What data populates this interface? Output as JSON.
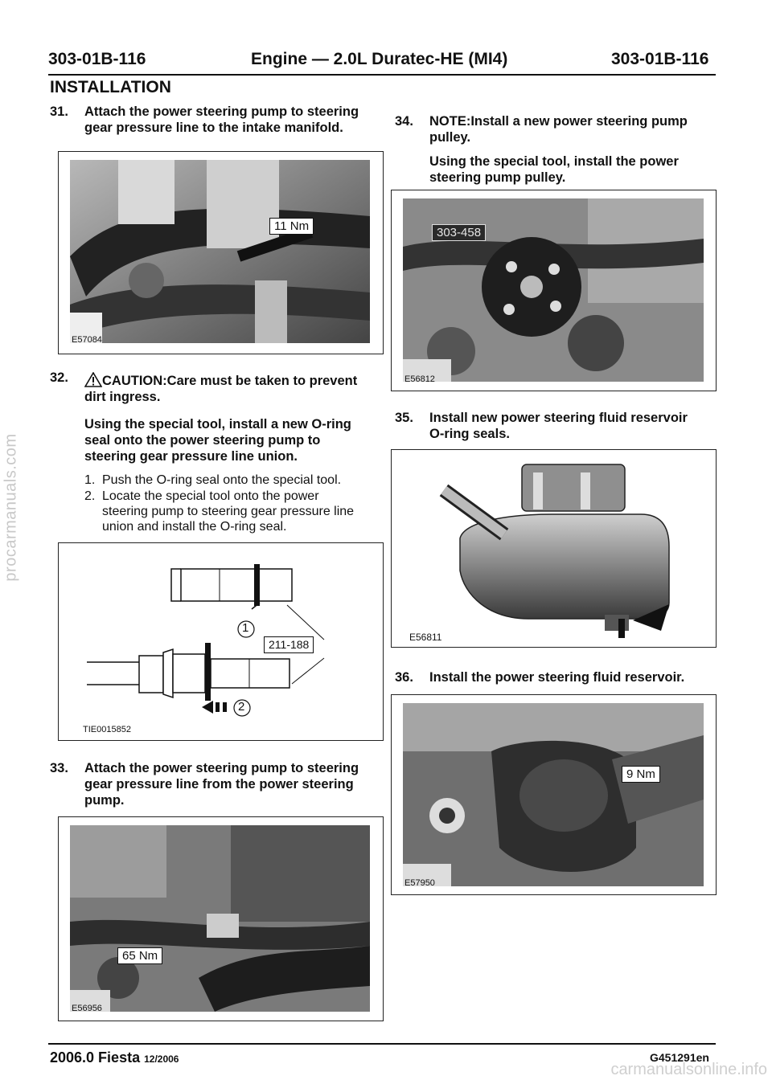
{
  "header": {
    "left": "303-01B-116",
    "center": "Engine — 2.0L Duratec-HE (MI4)",
    "right": "303-01B-116"
  },
  "section_title": "INSTALLATION",
  "steps": {
    "s31": {
      "num": "31.",
      "line1": "Attach the power steering pump to steering",
      "line2": "gear pressure line to the intake manifold.",
      "torque": "11 Nm",
      "fig": "E57084"
    },
    "s32": {
      "num": "32.",
      "caution": "CAUTION:Care must be taken to prevent",
      "caution2": "dirt ingress.",
      "p1": "Using the special tool, install a new O-ring",
      "p2": "seal onto the power steering pump to",
      "p3": "steering gear pressure line union.",
      "i1_num": "1.",
      "i1": "Push the O-ring seal onto the special tool.",
      "i2_num": "2.",
      "i2a": "Locate the special tool onto the power",
      "i2b": "steering pump to steering gear pressure line",
      "i2c": "union and install the O-ring seal.",
      "tool": "211-188",
      "callout1": "1",
      "callout2": "2",
      "fig": "TIE0015852"
    },
    "s33": {
      "num": "33.",
      "line1": "Attach the power steering pump to steering",
      "line2": "gear pressure line from the power steering",
      "line3": "pump.",
      "torque": "65 Nm",
      "fig": "E56956"
    },
    "s34": {
      "num": "34.",
      "line1": "NOTE:Install a new power steering pump",
      "line2": "pulley.",
      "p1": "Using the special tool, install the power",
      "p2": "steering pump pulley.",
      "tool": "303-458",
      "fig": "E56812"
    },
    "s35": {
      "num": "35.",
      "line1": "Install new power steering fluid reservoir",
      "line2": "O-ring seals.",
      "fig": "E56811"
    },
    "s36": {
      "num": "36.",
      "line1": "Install the power steering fluid reservoir.",
      "torque": "9 Nm",
      "fig": "E57950"
    }
  },
  "footer": {
    "left_bold": "2006.0 Fiesta",
    "left_small": "12/2006",
    "right": "G451291en"
  },
  "watermarks": {
    "side": "procarmanuals.com",
    "bottom": "carmanualsonline.info"
  }
}
